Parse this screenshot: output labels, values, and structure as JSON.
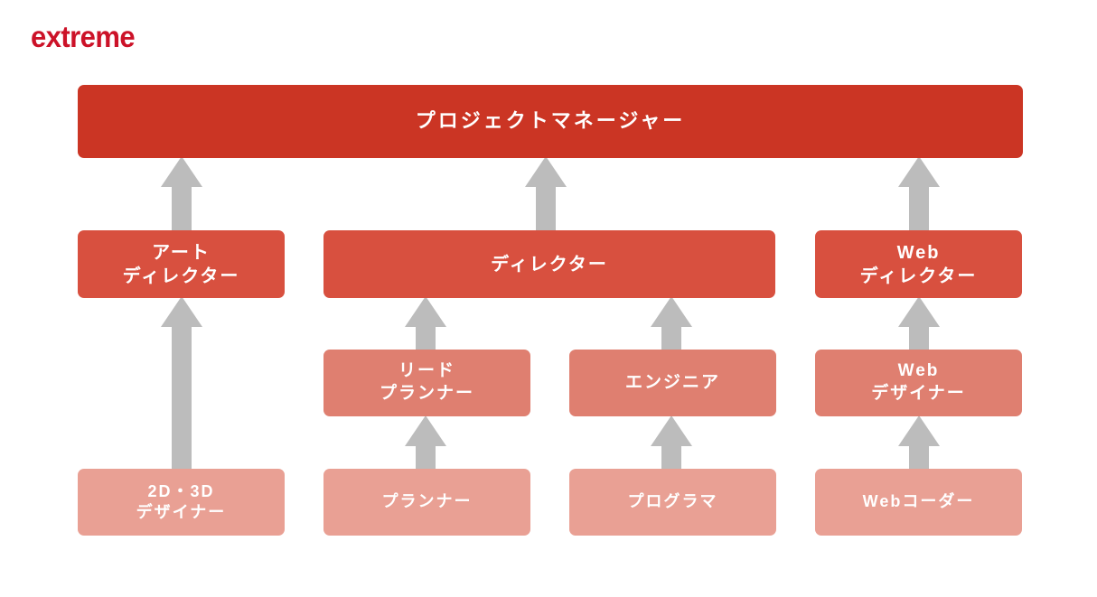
{
  "brand": {
    "logo_text": "extreme",
    "logo_color": "#cc1228"
  },
  "palette": {
    "level1": "#cb3524",
    "level2": "#d8503f",
    "level3": "#df7f70",
    "level4": "#e9a094",
    "arrow": "#bcbcbc",
    "text": "#ffffff",
    "background": "#ffffff"
  },
  "chart_data": {
    "type": "diagram",
    "title": "",
    "orientation": "bottom-up",
    "levels": 4,
    "nodes": [
      {
        "id": "pm",
        "label": "プロジェクトマネージャー",
        "level": 1
      },
      {
        "id": "art-director",
        "label": "アート\nディレクター",
        "level": 2
      },
      {
        "id": "director",
        "label": "ディレクター",
        "level": 2
      },
      {
        "id": "web-director",
        "label": "Web\nディレクター",
        "level": 2
      },
      {
        "id": "lead-planner",
        "label": "リード\nプランナー",
        "level": 3
      },
      {
        "id": "engineer",
        "label": "エンジニア",
        "level": 3
      },
      {
        "id": "web-designer",
        "label": "Web\nデザイナー",
        "level": 3
      },
      {
        "id": "designer-2d3d",
        "label": "2D・3D\nデザイナー",
        "level": 4
      },
      {
        "id": "planner",
        "label": "プランナー",
        "level": 4
      },
      {
        "id": "programmer",
        "label": "プログラマ",
        "level": 4
      },
      {
        "id": "web-coder",
        "label": "Webコーダー",
        "level": 4
      }
    ],
    "edges": [
      {
        "from": "art-director",
        "to": "pm",
        "style": "arrow-up"
      },
      {
        "from": "director",
        "to": "pm",
        "style": "arrow-up"
      },
      {
        "from": "web-director",
        "to": "pm",
        "style": "arrow-up"
      },
      {
        "from": "designer-2d3d",
        "to": "art-director",
        "style": "arrow-up-long"
      },
      {
        "from": "lead-planner",
        "to": "director",
        "style": "arrow-up"
      },
      {
        "from": "engineer",
        "to": "director",
        "style": "arrow-up"
      },
      {
        "from": "web-designer",
        "to": "web-director",
        "style": "arrow-up"
      },
      {
        "from": "planner",
        "to": "lead-planner",
        "style": "arrow-up"
      },
      {
        "from": "programmer",
        "to": "engineer",
        "style": "arrow-up"
      },
      {
        "from": "web-coder",
        "to": "web-designer",
        "style": "arrow-up"
      }
    ]
  }
}
